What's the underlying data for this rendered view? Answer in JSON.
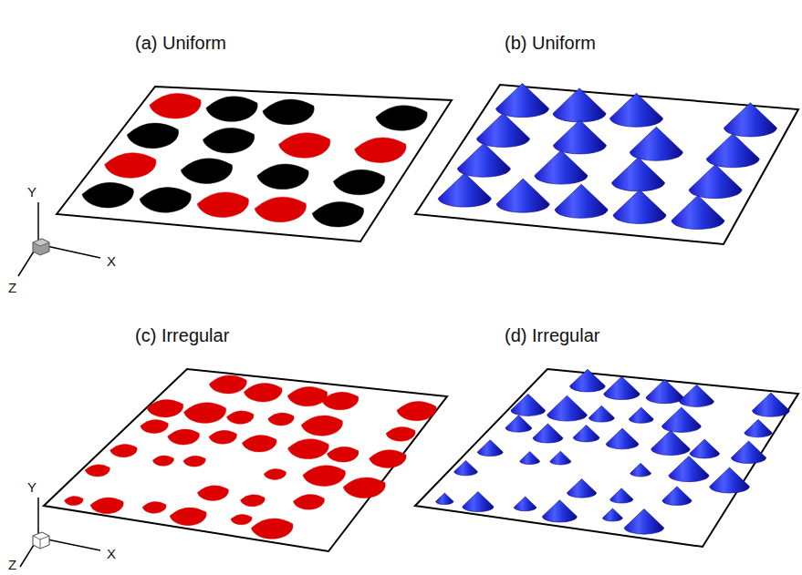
{
  "diagram": {
    "labels": [
      "(a) Uniform",
      "(b) Uniform",
      "(c) Irregular",
      "(d) Irregular",
      "Y",
      "X",
      "Z",
      "Y",
      "X",
      "Z"
    ]
  }
}
